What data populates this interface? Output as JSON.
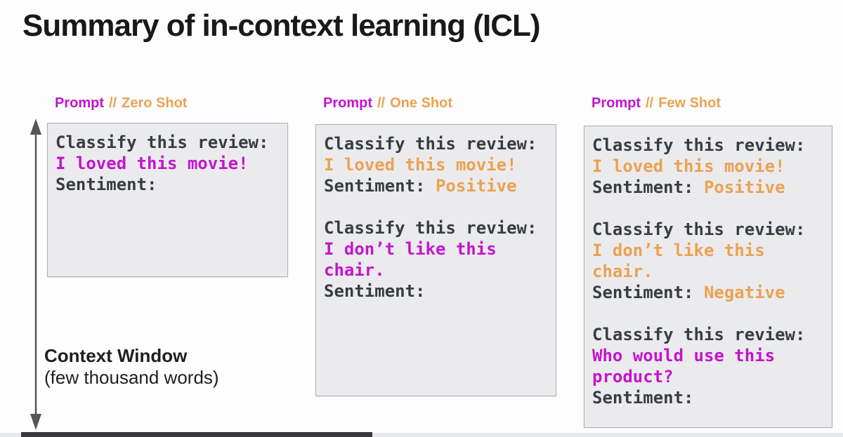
{
  "title": "Summary of in-context learning (ICL)",
  "colors": {
    "magenta": "#c315cd",
    "orange": "#eba251",
    "dark": "#383c43",
    "box-bg": "#ebebee",
    "box-border": "#b0b0b5",
    "arrow": "#55555a",
    "progress-played": "#39393d",
    "progress-track": "#e8eaed"
  },
  "panels": [
    {
      "header": {
        "prompt": "Prompt",
        "separator": "//",
        "shot": "Zero Shot"
      },
      "lines": [
        [
          {
            "t": "Classify this review:",
            "c": "dark"
          }
        ],
        [
          {
            "t": "I loved this movie!",
            "c": "magenta"
          }
        ],
        [
          {
            "t": "Sentiment:",
            "c": "dark"
          }
        ]
      ]
    },
    {
      "header": {
        "prompt": "Prompt",
        "separator": "//",
        "shot": "One Shot"
      },
      "lines": [
        [
          {
            "t": "Classify this review:",
            "c": "dark"
          }
        ],
        [
          {
            "t": "I loved this movie!",
            "c": "orange"
          }
        ],
        [
          {
            "t": "Sentiment: ",
            "c": "dark"
          },
          {
            "t": "Positive",
            "c": "orange"
          }
        ],
        [],
        [
          {
            "t": "Classify this review:",
            "c": "dark"
          }
        ],
        [
          {
            "t": "I don’t like this",
            "c": "magenta"
          }
        ],
        [
          {
            "t": "chair.",
            "c": "magenta"
          }
        ],
        [
          {
            "t": "Sentiment:",
            "c": "dark"
          }
        ]
      ]
    },
    {
      "header": {
        "prompt": "Prompt",
        "separator": "//",
        "shot": "Few Shot"
      },
      "lines": [
        [
          {
            "t": "Classify this review:",
            "c": "dark"
          }
        ],
        [
          {
            "t": "I loved this movie!",
            "c": "orange"
          }
        ],
        [
          {
            "t": "Sentiment: ",
            "c": "dark"
          },
          {
            "t": "Positive",
            "c": "orange"
          }
        ],
        [],
        [
          {
            "t": "Classify this review:",
            "c": "dark"
          }
        ],
        [
          {
            "t": "I don’t like this",
            "c": "orange"
          }
        ],
        [
          {
            "t": "chair.",
            "c": "orange"
          }
        ],
        [
          {
            "t": "Sentiment: ",
            "c": "dark"
          },
          {
            "t": "Negative",
            "c": "orange"
          }
        ],
        [],
        [
          {
            "t": "Classify this review:",
            "c": "dark"
          }
        ],
        [
          {
            "t": "Who would use this",
            "c": "magenta"
          }
        ],
        [
          {
            "t": "product?",
            "c": "magenta"
          }
        ],
        [
          {
            "t": "Sentiment:",
            "c": "dark"
          }
        ]
      ]
    }
  ],
  "context_window": {
    "label": "Context Window",
    "sublabel": "(few thousand words)"
  },
  "video_progress": {
    "played_fraction": 0.44
  }
}
